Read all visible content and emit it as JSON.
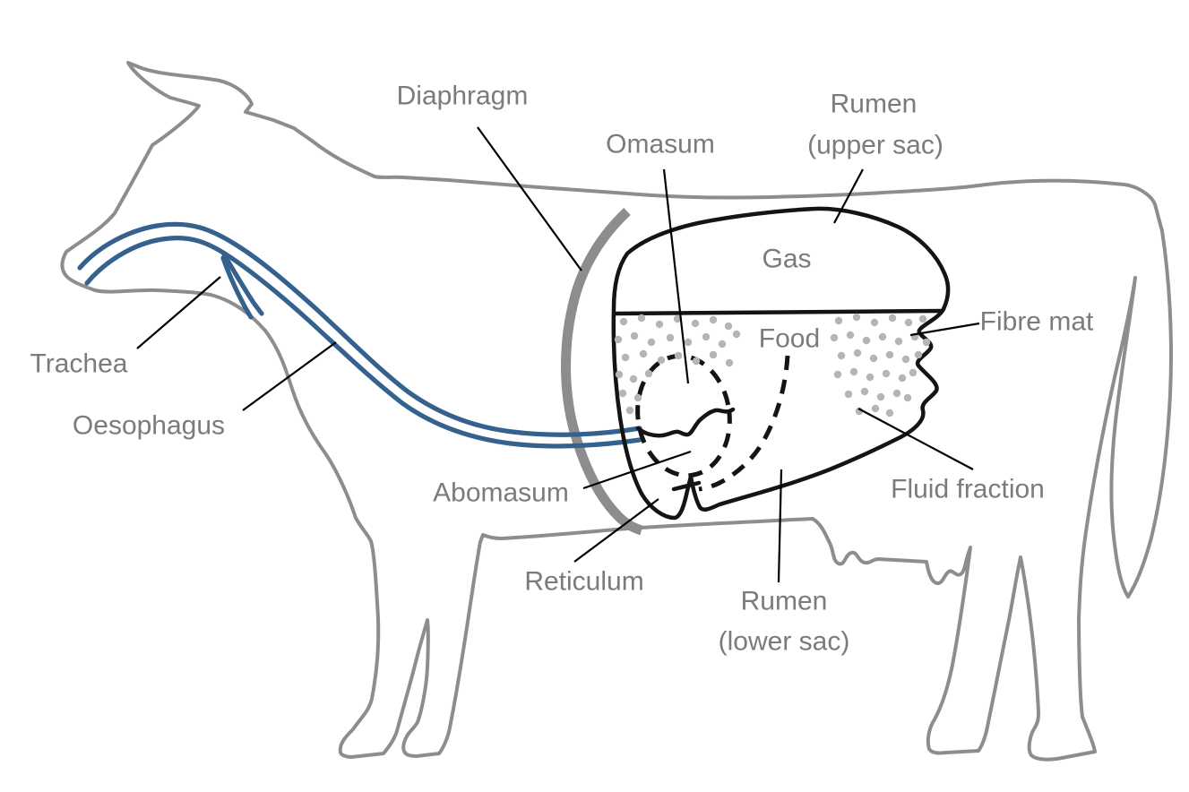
{
  "labels": {
    "diaphragm": "Diaphragm",
    "omasum": "Omasum",
    "rumen_upper_1": "Rumen",
    "rumen_upper_2": "(upper sac)",
    "gas": "Gas",
    "food": "Food",
    "fibre_mat": "Fibre mat",
    "trachea": "Trachea",
    "oesophagus": "Oesophagus",
    "abomasum": "Abomasum",
    "fluid_fraction": "Fluid fraction",
    "reticulum": "Reticulum",
    "rumen_lower_1": "Rumen",
    "rumen_lower_2": "(lower sac)"
  },
  "colors": {
    "outline_gray": "#8d8d8d",
    "label_gray": "#7b7b7b",
    "tube_blue": "#35618e",
    "organ_black": "#141414",
    "leader_black": "#000000",
    "dot_gray": "#b5b5b5",
    "background": "#ffffff"
  }
}
